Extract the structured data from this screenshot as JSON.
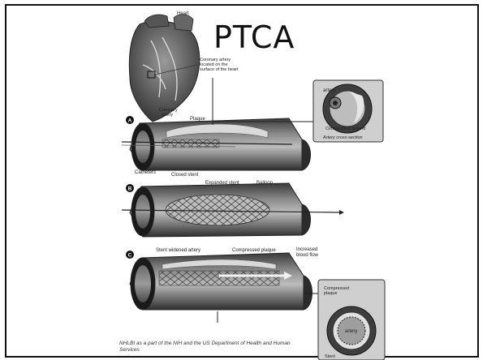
{
  "slide": {
    "title": "PTCA",
    "caption": "NHLBI as a part of the NIH and the US Department of Health and Human Services"
  },
  "diagram": {
    "labels": {
      "heart": "Heart",
      "coronary_artery_surface": "Coronary artery located on the surface of the heart",
      "coronary_artery": "Coronary artery",
      "plaque": "Plaque",
      "catheters": "Catheters",
      "closed_stent": "Closed stent",
      "artery": "artery",
      "closed_stent_around": "Closed stent around",
      "artery_cross_section": "Artery cross-section",
      "expanded_stent": "Expanded stent",
      "balloon": "Balloon",
      "stent_widened_artery": "Stent widened artery",
      "compressed_plaque": "Compressed plaque",
      "increased_blood_flow": "Increased blood flow",
      "compressed_plaque_inset": "Compressed plaque",
      "artery_inset": "artery",
      "stent": "Stent"
    },
    "step_markers": [
      "A",
      "B",
      "C"
    ]
  }
}
